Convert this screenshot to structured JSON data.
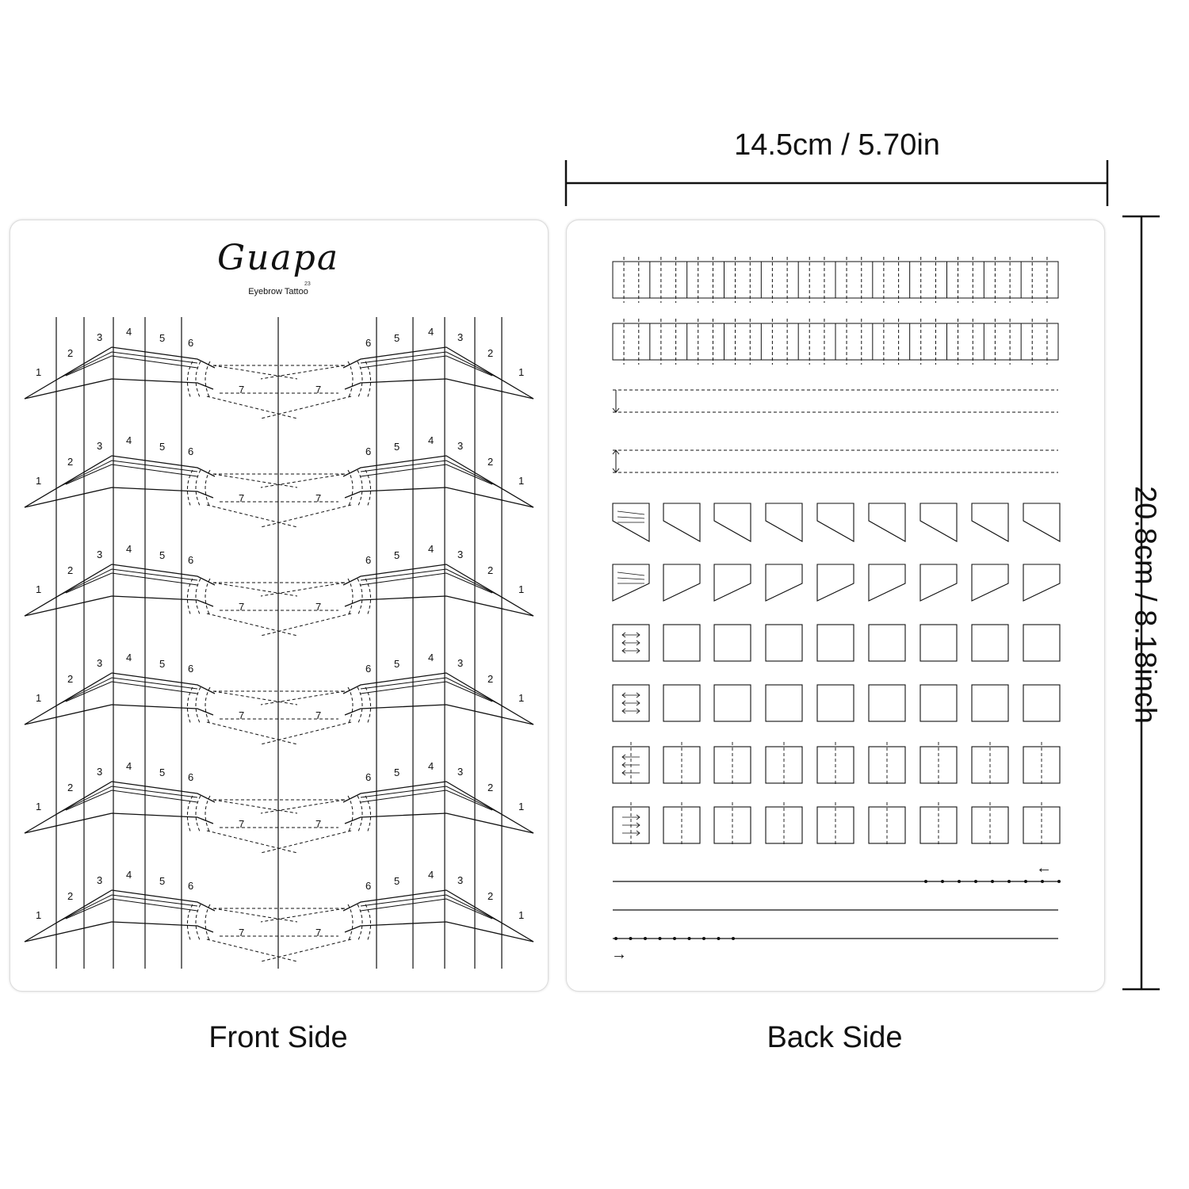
{
  "dimensions": {
    "width": "14.5cm / 5.70in",
    "height": "20.8cm / 8.18inch"
  },
  "front": {
    "brand": "Guapa",
    "subtitle": "Eyebrow Tattoo",
    "model_number": "23",
    "caption": "Front Side",
    "guide_numbers": [
      "1",
      "2",
      "3",
      "4",
      "5",
      "6",
      "7"
    ],
    "brow_rows": 6
  },
  "back": {
    "caption": "Back Side",
    "arrow_left": "←",
    "arrow_right": "→"
  },
  "colors": {
    "ink": "#111111",
    "card_border": "#dcdcdc",
    "background": "#ffffff"
  }
}
